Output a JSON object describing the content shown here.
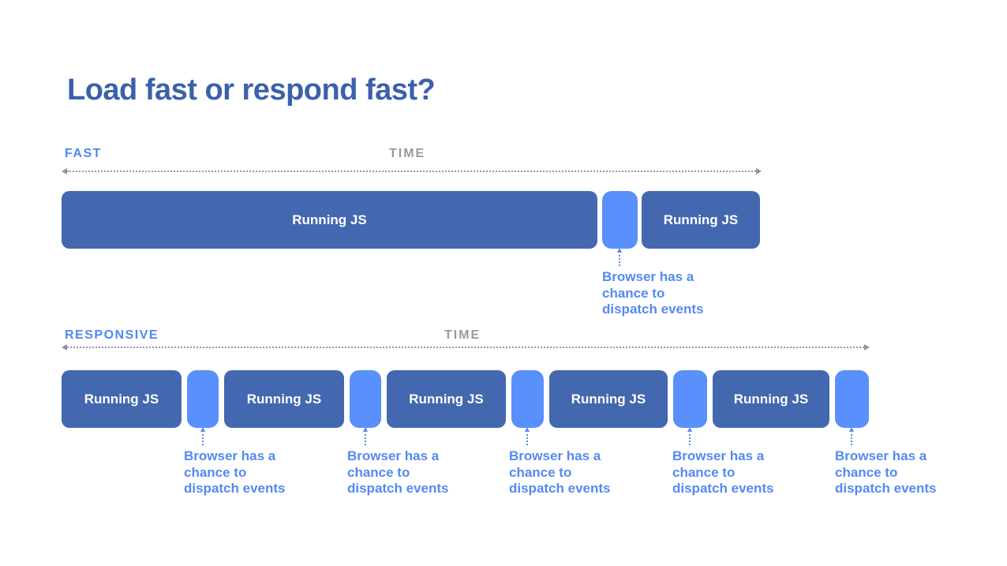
{
  "title": "Load fast or respond fast?",
  "colors": {
    "title": "#3c61aa",
    "js_block": "#4368af",
    "gap_block": "#5990fb",
    "section_label": "#4c89f3",
    "time_label": "#9a9a9a",
    "annotation_text": "#5589f2",
    "axis": "#9298a3",
    "block_text": "#ffffff"
  },
  "fast": {
    "label": "FAST",
    "time_label": "TIME",
    "blocks": [
      {
        "type": "js",
        "label": "Running JS"
      },
      {
        "type": "gap"
      },
      {
        "type": "js",
        "label": "Running JS"
      }
    ],
    "annotations": [
      {
        "text": "Browser has a\nchance to\ndispatch events"
      }
    ]
  },
  "responsive": {
    "label": "RESPONSIVE",
    "time_label": "TIME",
    "blocks": [
      {
        "type": "js",
        "label": "Running JS"
      },
      {
        "type": "gap"
      },
      {
        "type": "js",
        "label": "Running JS"
      },
      {
        "type": "gap"
      },
      {
        "type": "js",
        "label": "Running JS"
      },
      {
        "type": "gap"
      },
      {
        "type": "js",
        "label": "Running JS"
      },
      {
        "type": "gap"
      },
      {
        "type": "js",
        "label": "Running JS"
      },
      {
        "type": "gap"
      }
    ],
    "annotations": [
      {
        "text": "Browser has a\nchance to\ndispatch events"
      },
      {
        "text": "Browser has a\nchance to\ndispatch events"
      },
      {
        "text": "Browser has a\nchance to\ndispatch events"
      },
      {
        "text": "Browser has a\nchance to\ndispatch events"
      },
      {
        "text": "Browser has a\nchance to\ndispatch events"
      }
    ]
  }
}
